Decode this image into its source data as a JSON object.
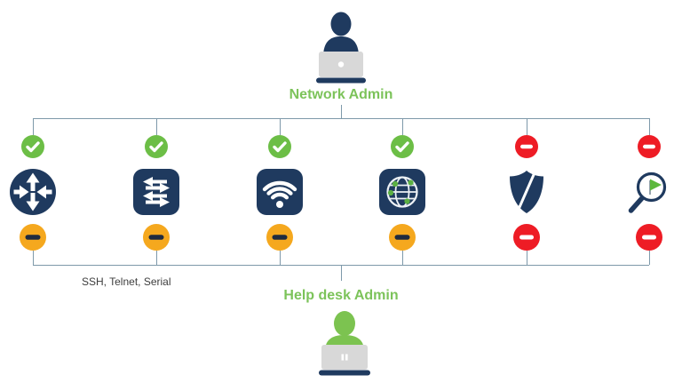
{
  "top_admin": {
    "label": "Network Admin",
    "icon": "person-at-laptop-navy"
  },
  "bottom_admin": {
    "label": "Help desk Admin",
    "icon": "person-at-laptop-green"
  },
  "footnote": {
    "protocols": "SSH, Telnet, Serial"
  },
  "devices": [
    {
      "device": "router",
      "icon": "router-icon",
      "network_admin_access": "allowed",
      "help_desk_access": "restricted"
    },
    {
      "device": "switch",
      "icon": "switch-icon",
      "network_admin_access": "allowed",
      "help_desk_access": "restricted"
    },
    {
      "device": "wireless-access-point",
      "icon": "wifi-icon",
      "network_admin_access": "allowed",
      "help_desk_access": "restricted"
    },
    {
      "device": "internet-globe",
      "icon": "globe-icon",
      "network_admin_access": "allowed",
      "help_desk_access": "restricted"
    },
    {
      "device": "firewall-shield",
      "icon": "shield-icon",
      "network_admin_access": "denied",
      "help_desk_access": "denied"
    },
    {
      "device": "monitoring-search",
      "icon": "search-flag-icon",
      "network_admin_access": "denied",
      "help_desk_access": "denied"
    }
  ],
  "status_icons": {
    "allowed": "green-check-circle",
    "restricted": "orange-minus-circle",
    "denied": "red-minus-circle"
  },
  "colors": {
    "navy": "#1F3A5F",
    "green": "#6CBE46",
    "label_green": "#7CC35A",
    "orange": "#F5A81E",
    "red": "#EE1C25",
    "connector_line": "#7E99AA",
    "laptop_gray": "#D8D8D8"
  }
}
